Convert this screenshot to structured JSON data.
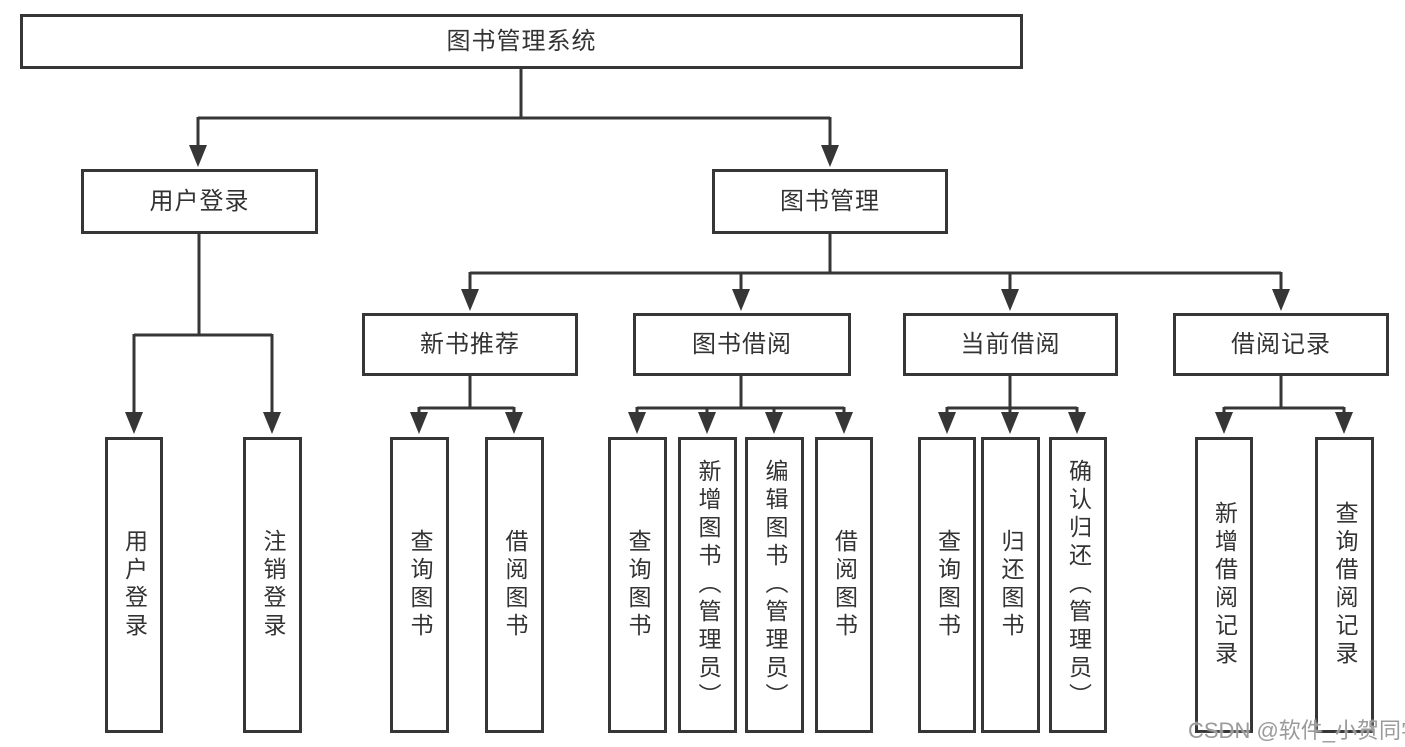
{
  "diagram": {
    "type": "functional-structure-tree",
    "root": {
      "id": "root",
      "label": "图书管理系统",
      "children": [
        {
          "id": "user-login",
          "label": "用户登录",
          "children": [
            {
              "id": "leaf-user-login",
              "label": "用户登录"
            },
            {
              "id": "leaf-logout",
              "label": "注销登录"
            }
          ]
        },
        {
          "id": "book-management",
          "label": "图书管理",
          "children": [
            {
              "id": "new-book-recommend",
              "label": "新书推荐",
              "children": [
                {
                  "id": "leaf-query-book-1",
                  "label": "查询图书"
                },
                {
                  "id": "leaf-borrow-book-1",
                  "label": "借阅图书"
                }
              ]
            },
            {
              "id": "book-borrow",
              "label": "图书借阅",
              "children": [
                {
                  "id": "leaf-query-book-2",
                  "label": "查询图书"
                },
                {
                  "id": "leaf-add-book",
                  "label": "新增图书（管理员）"
                },
                {
                  "id": "leaf-edit-book",
                  "label": "编辑图书（管理员）"
                },
                {
                  "id": "leaf-borrow-book-2",
                  "label": "借阅图书"
                }
              ]
            },
            {
              "id": "current-borrow",
              "label": "当前借阅",
              "children": [
                {
                  "id": "leaf-query-book-3",
                  "label": "查询图书"
                },
                {
                  "id": "leaf-return-book",
                  "label": "归还图书"
                },
                {
                  "id": "leaf-confirm-return",
                  "label": "确认归还（管理员）"
                }
              ]
            },
            {
              "id": "borrow-records",
              "label": "借阅记录",
              "children": [
                {
                  "id": "leaf-add-record",
                  "label": "新增借阅记录"
                },
                {
                  "id": "leaf-query-record",
                  "label": "查询借阅记录"
                }
              ]
            }
          ]
        }
      ]
    }
  },
  "watermark": {
    "text": "CSDN @软件_小贺同学",
    "color": "#9b9b9b"
  },
  "colors": {
    "background": "#ffffff",
    "box_border": "#363636",
    "connector_line": "#363636",
    "text": "#333333"
  }
}
